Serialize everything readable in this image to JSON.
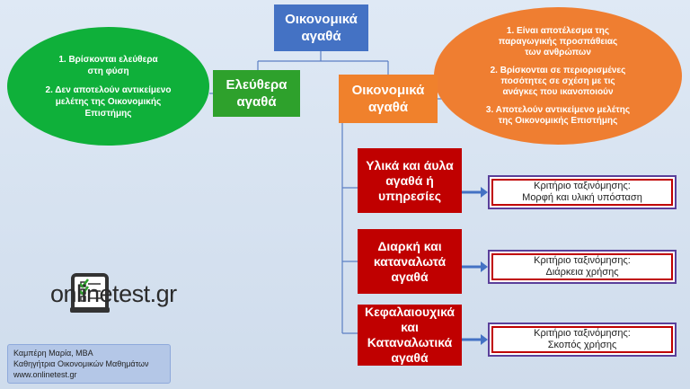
{
  "title": "Οικονομικά αγαθά",
  "free_goods": {
    "label": "Ελεύθερα αγαθά",
    "point1": "1.    Βρίσκονται ελεύθερα στη φύση",
    "point2": "2. Δεν αποτελούν αντικείμενο μελέτης της Οικονομικής Επιστήμης"
  },
  "economic_goods": {
    "label": "Οικονομικά αγαθά",
    "point1": "1.    Είναι αποτέλεσμα της παραγωγικής προσπάθειας των ανθρώπων",
    "point2": "2.   Βρίσκονται σε περιορισμένες ποσότητες σε σχέση με τις ανάγκες που ικανοποιούν",
    "point3": "3. Αποτελούν αντικείμενο μελέτης της Οικονομικής Επιστήμης"
  },
  "categories": [
    {
      "label": "Υλικά και άυλα αγαθά ή υπηρεσίες",
      "criterion_title": "Κριτήριο ταξινόμησης:",
      "criterion": "Μορφή και υλική υπόσταση"
    },
    {
      "label": "Διαρκή και καταναλωτά αγαθά",
      "criterion_title": "Κριτήριο ταξινόμησης:",
      "criterion": "Διάρκεια χρήσης"
    },
    {
      "label": "Κεφαλαιουχικά και Καταναλωτικά αγαθά",
      "criterion_title": "Κριτήριο ταξινόμησης:",
      "criterion": "Σκοπός χρήσης"
    }
  ],
  "logo": {
    "text": "onlinetest",
    "suffix": ".gr",
    "icon": "checklist-icon"
  },
  "author": {
    "line1": "Καμπέρη Μαρία, MBA",
    "line2": "Καθηγήτρια Οικονομικών Μαθημάτων",
    "line3": "www.onlinetest.gr"
  },
  "colors": {
    "title": "#4472c4",
    "free": "#2ea12c",
    "economic": "#f0812c",
    "category": "#c00000",
    "arrow": "#4472c4"
  }
}
